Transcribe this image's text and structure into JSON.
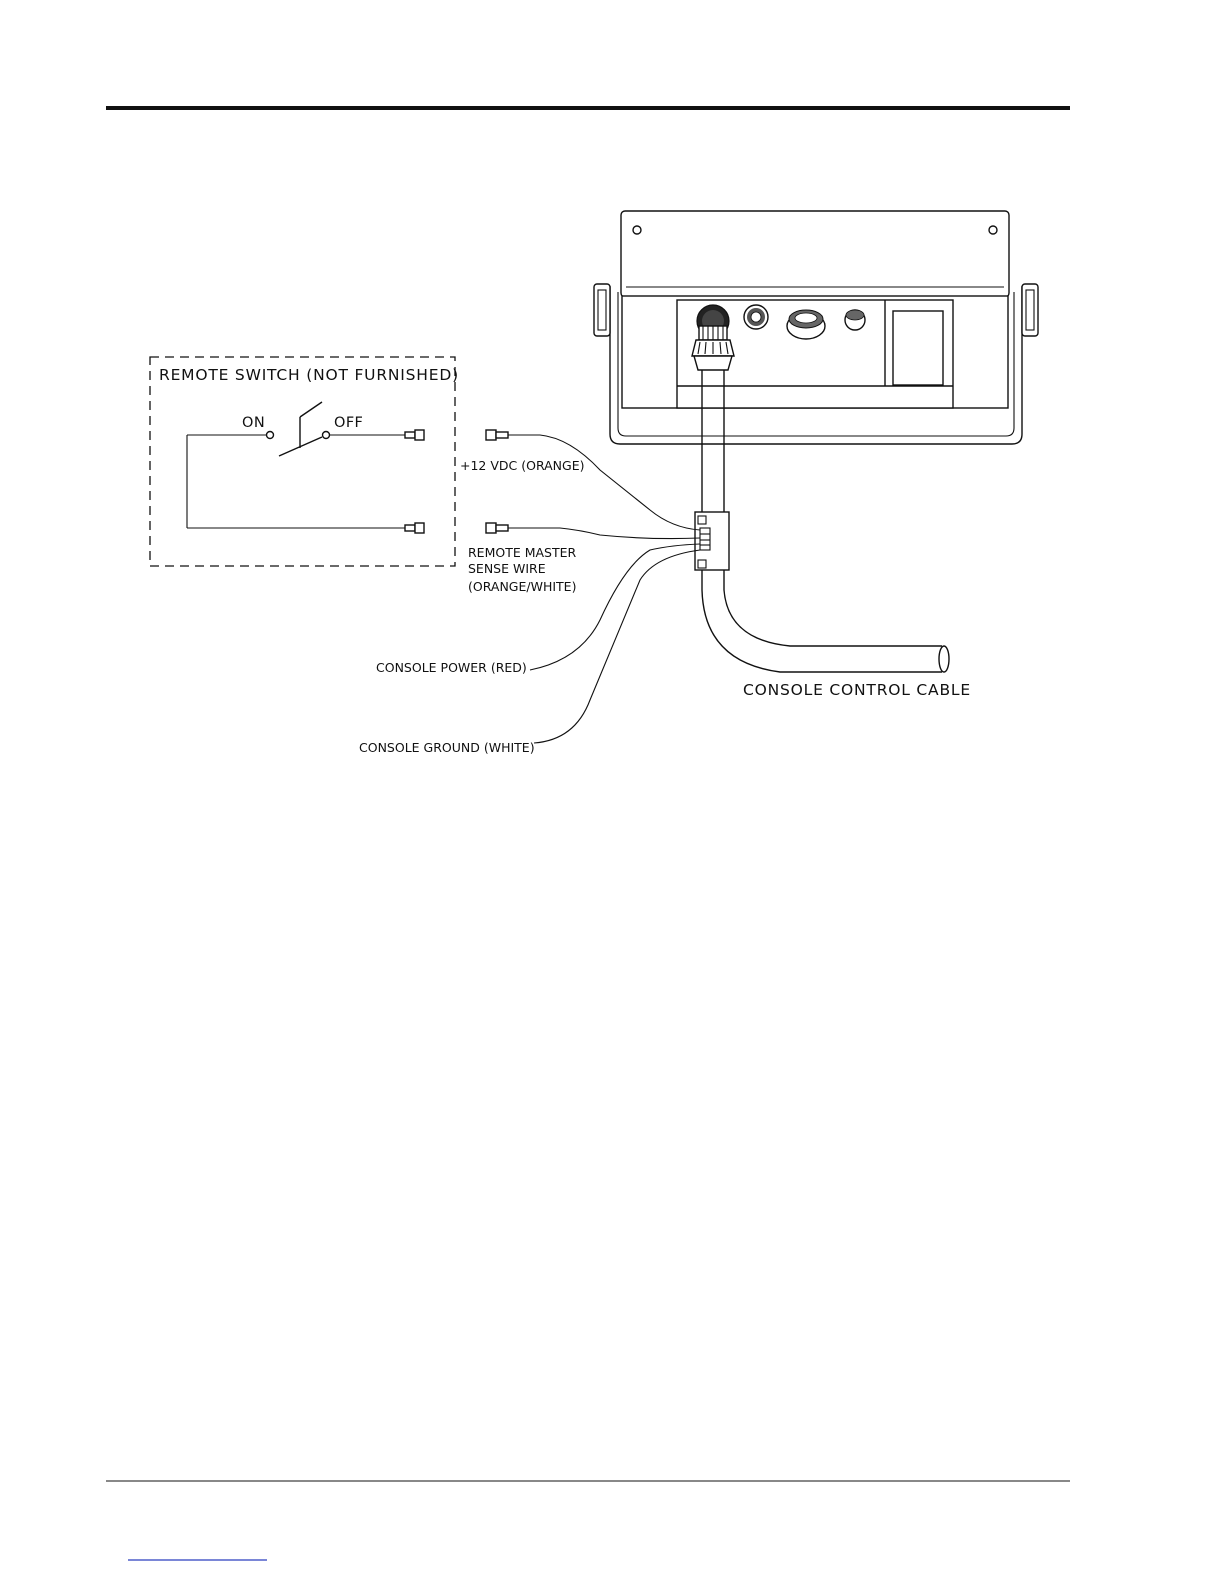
{
  "diagram": {
    "labels": {
      "remote_switch_box": "REMOTE SWITCH (NOT FURNISHED)",
      "switch_on": "ON",
      "switch_off": "OFF",
      "wire_12vdc": "+12 VDC (ORANGE)",
      "remote_master_line1": "REMOTE MASTER",
      "remote_master_line2": "SENSE WIRE",
      "remote_master_line3": "(ORANGE/WHITE)",
      "console_power": "CONSOLE POWER (RED)",
      "console_ground": "CONSOLE GROUND (WHITE)",
      "console_cable": "CONSOLE CONTROL CABLE"
    }
  },
  "colors": {
    "line": "#111111",
    "link": "#2a3fbf"
  }
}
